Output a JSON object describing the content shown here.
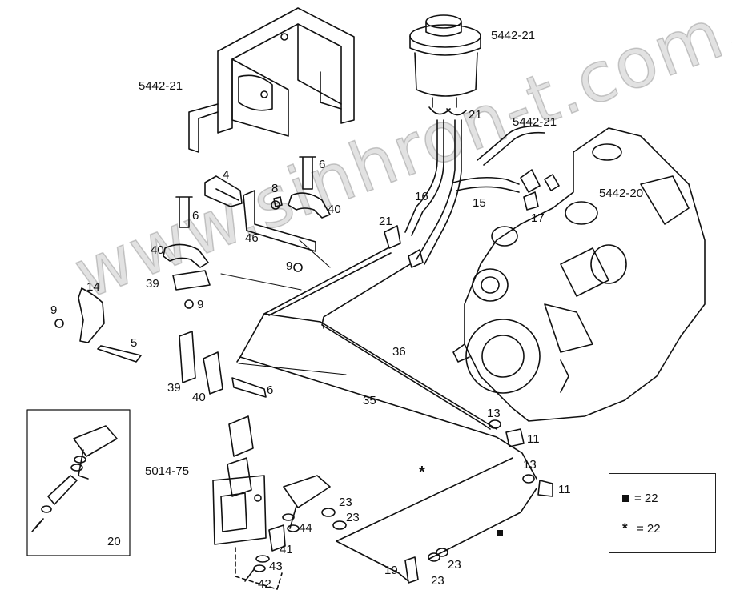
{
  "watermark": "www.sinhron-t.com.kz",
  "callouts": {
    "tank_ref": "5442-21",
    "bracket_ref": "5442-21",
    "hose_ref": "5442-21",
    "pump_ref": "5442-20",
    "gear_ref": "5014-75",
    "p4": "4",
    "p6a": "6",
    "p6b": "6",
    "p6c": "6",
    "p8": "8",
    "p9a": "9",
    "p9b": "9",
    "p9c": "9",
    "p40a": "40",
    "p40b": "40",
    "p40c": "40",
    "p46": "46",
    "p39a": "39",
    "p39b": "39",
    "p14": "14",
    "p5": "5",
    "p21a": "21",
    "p21b": "21",
    "p16": "16",
    "p15": "15",
    "p17": "17",
    "p36": "36",
    "p35": "35",
    "p13a": "13",
    "p13b": "13",
    "p11a": "11",
    "p11b": "11",
    "p20": "20",
    "p23a": "23",
    "p23b": "23",
    "p23c": "23",
    "p23d": "23",
    "p44": "44",
    "p41": "41",
    "p43": "43",
    "p42": "42",
    "p19": "19"
  },
  "legend": {
    "square_text": "= 22",
    "asterisk_text": "= 22"
  },
  "marks": {
    "asterisk": "*"
  }
}
